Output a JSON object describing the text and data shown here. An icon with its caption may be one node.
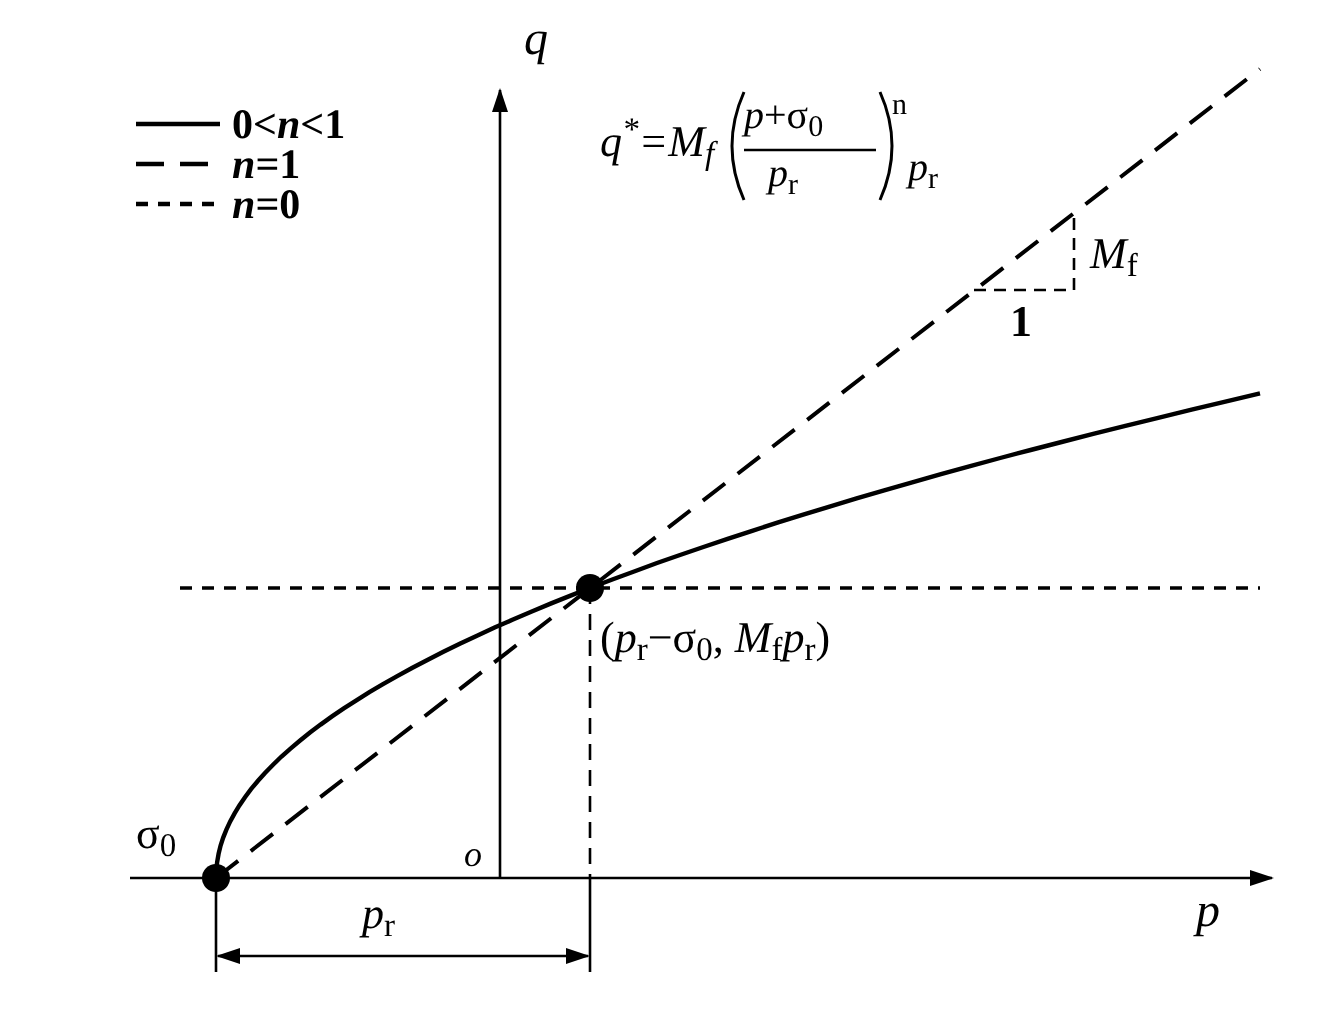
{
  "diagram": {
    "labels": [
      "q",
      "q$^{*}$=*M*$_{f}$",
      "*p*+σ$_{0}$",
      "*p*$_{r}$",
      "n",
      "*p*$_{r}$",
      "*M*$_{f}$",
      "1",
      "(*p*$_{r}$−σ$_{0}$, *M*$_{f}$*p*$_{r}$)",
      "σ$_{0}$",
      "o",
      "*p*$_{r}$",
      "p"
    ],
    "legend": [
      {
        "text": "0<*n*<1"
      },
      {
        "text": "*n*=1"
      },
      {
        "text": "*n*=0"
      }
    ]
  }
}
